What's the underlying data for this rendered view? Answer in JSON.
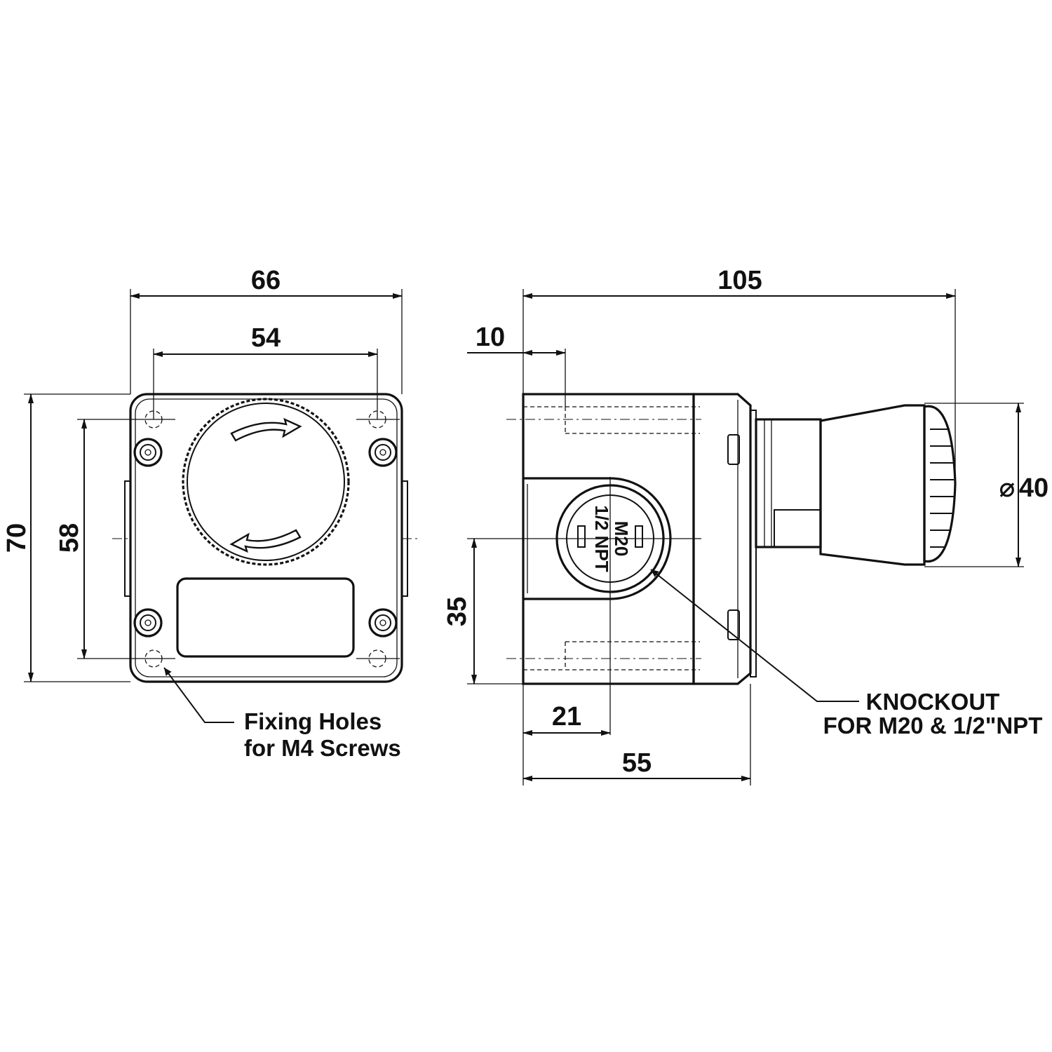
{
  "front_view": {
    "dimensions": {
      "overall_width": "66",
      "hole_spacing_horizontal": "54",
      "overall_height": "70",
      "hole_spacing_vertical": "58"
    },
    "callout": {
      "line1": "Fixing Holes",
      "line2": "for M4 Screws"
    }
  },
  "side_view": {
    "dimensions": {
      "overall_depth": "105",
      "offset_top": "10",
      "button_diameter": "40",
      "knockout_height": "35",
      "knockout_position": "21",
      "body_depth": "55"
    },
    "diameter_symbol": "⌀",
    "knockout_marking": {
      "line1": "M20",
      "line2": "1/2 NPT"
    },
    "callout": {
      "line1": "KNOCKOUT",
      "line2": "FOR M20 & 1/2\"NPT"
    }
  }
}
